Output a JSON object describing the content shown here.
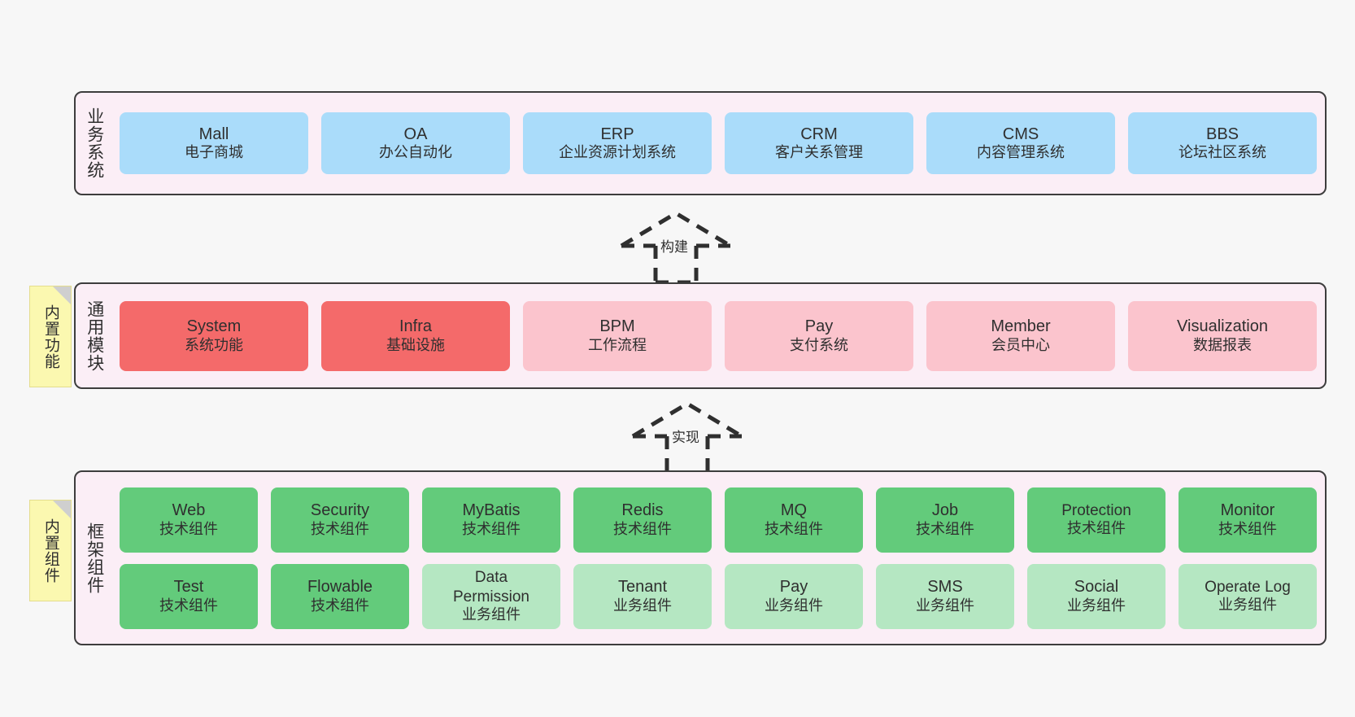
{
  "diagram": {
    "background": "#f7f7f7",
    "panel_bg": "#fbeef6",
    "panel_border": "#3d3d3d",
    "sticky_bg": "#fbf8b0",
    "colors": {
      "business": "#aadcfa",
      "module_strong": "#f46a6a",
      "module_light": "#fbc4cd",
      "component_tech": "#63cb7b",
      "component_biz": "#b5e7c2"
    }
  },
  "layers": [
    {
      "title": "业务系统",
      "rows": [
        [
          {
            "en": "Mall",
            "cn": "电子商城",
            "color": "#aadcfa"
          },
          {
            "en": "OA",
            "cn": "办公自动化",
            "color": "#aadcfa"
          },
          {
            "en": "ERP",
            "cn": "企业资源计划系统",
            "color": "#aadcfa"
          },
          {
            "en": "CRM",
            "cn": "客户关系管理",
            "color": "#aadcfa"
          },
          {
            "en": "CMS",
            "cn": "内容管理系统",
            "color": "#aadcfa"
          },
          {
            "en": "BBS",
            "cn": "论坛社区系统",
            "color": "#aadcfa"
          }
        ]
      ]
    },
    {
      "title": "通用模块",
      "sticky": "内置功能",
      "rows": [
        [
          {
            "en": "System",
            "cn": "系统功能",
            "color": "#f46a6a"
          },
          {
            "en": "Infra",
            "cn": "基础设施",
            "color": "#f46a6a"
          },
          {
            "en": "BPM",
            "cn": "工作流程",
            "color": "#fbc4cd"
          },
          {
            "en": "Pay",
            "cn": "支付系统",
            "color": "#fbc4cd"
          },
          {
            "en": "Member",
            "cn": "会员中心",
            "color": "#fbc4cd"
          },
          {
            "en": "Visualization",
            "cn": "数据报表",
            "color": "#fbc4cd"
          }
        ]
      ]
    },
    {
      "title": "框架组件",
      "sticky": "内置组件",
      "rows": [
        [
          {
            "en": "Web",
            "cn": "技术组件",
            "color": "#63cb7b"
          },
          {
            "en": "Security",
            "cn": "技术组件",
            "color": "#63cb7b"
          },
          {
            "en": "MyBatis",
            "cn": "技术组件",
            "color": "#63cb7b"
          },
          {
            "en": "Redis",
            "cn": "技术组件",
            "color": "#63cb7b"
          },
          {
            "en": "MQ",
            "cn": "技术组件",
            "color": "#63cb7b"
          },
          {
            "en": "Job",
            "cn": "技术组件",
            "color": "#63cb7b"
          },
          {
            "en": "Protection",
            "cn": "技术组件",
            "color": "#63cb7b"
          },
          {
            "en": "Monitor",
            "cn": "技术组件",
            "color": "#63cb7b"
          }
        ],
        [
          {
            "en": "Test",
            "cn": "技术组件",
            "color": "#63cb7b"
          },
          {
            "en": "Flowable",
            "cn": "技术组件",
            "color": "#63cb7b"
          },
          {
            "en": "Data Permission",
            "cn": "业务组件",
            "color": "#b5e7c2"
          },
          {
            "en": "Tenant",
            "cn": "业务组件",
            "color": "#b5e7c2"
          },
          {
            "en": "Pay",
            "cn": "业务组件",
            "color": "#b5e7c2"
          },
          {
            "en": "SMS",
            "cn": "业务组件",
            "color": "#b5e7c2"
          },
          {
            "en": "Social",
            "cn": "业务组件",
            "color": "#b5e7c2"
          },
          {
            "en": "Operate Log",
            "cn": "业务组件",
            "color": "#b5e7c2"
          }
        ]
      ]
    }
  ],
  "arrows": [
    {
      "label": "构建"
    },
    {
      "label": "实现"
    }
  ]
}
